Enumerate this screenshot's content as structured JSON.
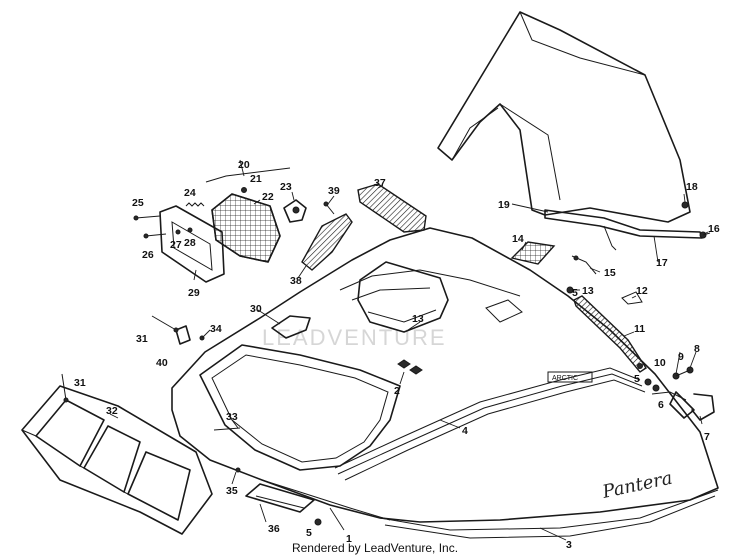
{
  "diagram": {
    "watermark": "LEADVENTURE",
    "footer": "Rendered by LeadVenture, Inc.",
    "hood_script": "Pantera",
    "side_badge": "ARCTIC",
    "callouts": [
      "1",
      "2",
      "3",
      "4",
      "5",
      "5",
      "5",
      "6",
      "7",
      "8",
      "9",
      "10",
      "11",
      "12",
      "13",
      "13",
      "14",
      "15",
      "16",
      "17",
      "18",
      "19",
      "20",
      "21",
      "22",
      "23",
      "24",
      "25",
      "26",
      "27",
      "28",
      "29",
      "30",
      "31",
      "31",
      "32",
      "33",
      "34",
      "35",
      "36",
      "37",
      "38",
      "39",
      "40"
    ]
  }
}
